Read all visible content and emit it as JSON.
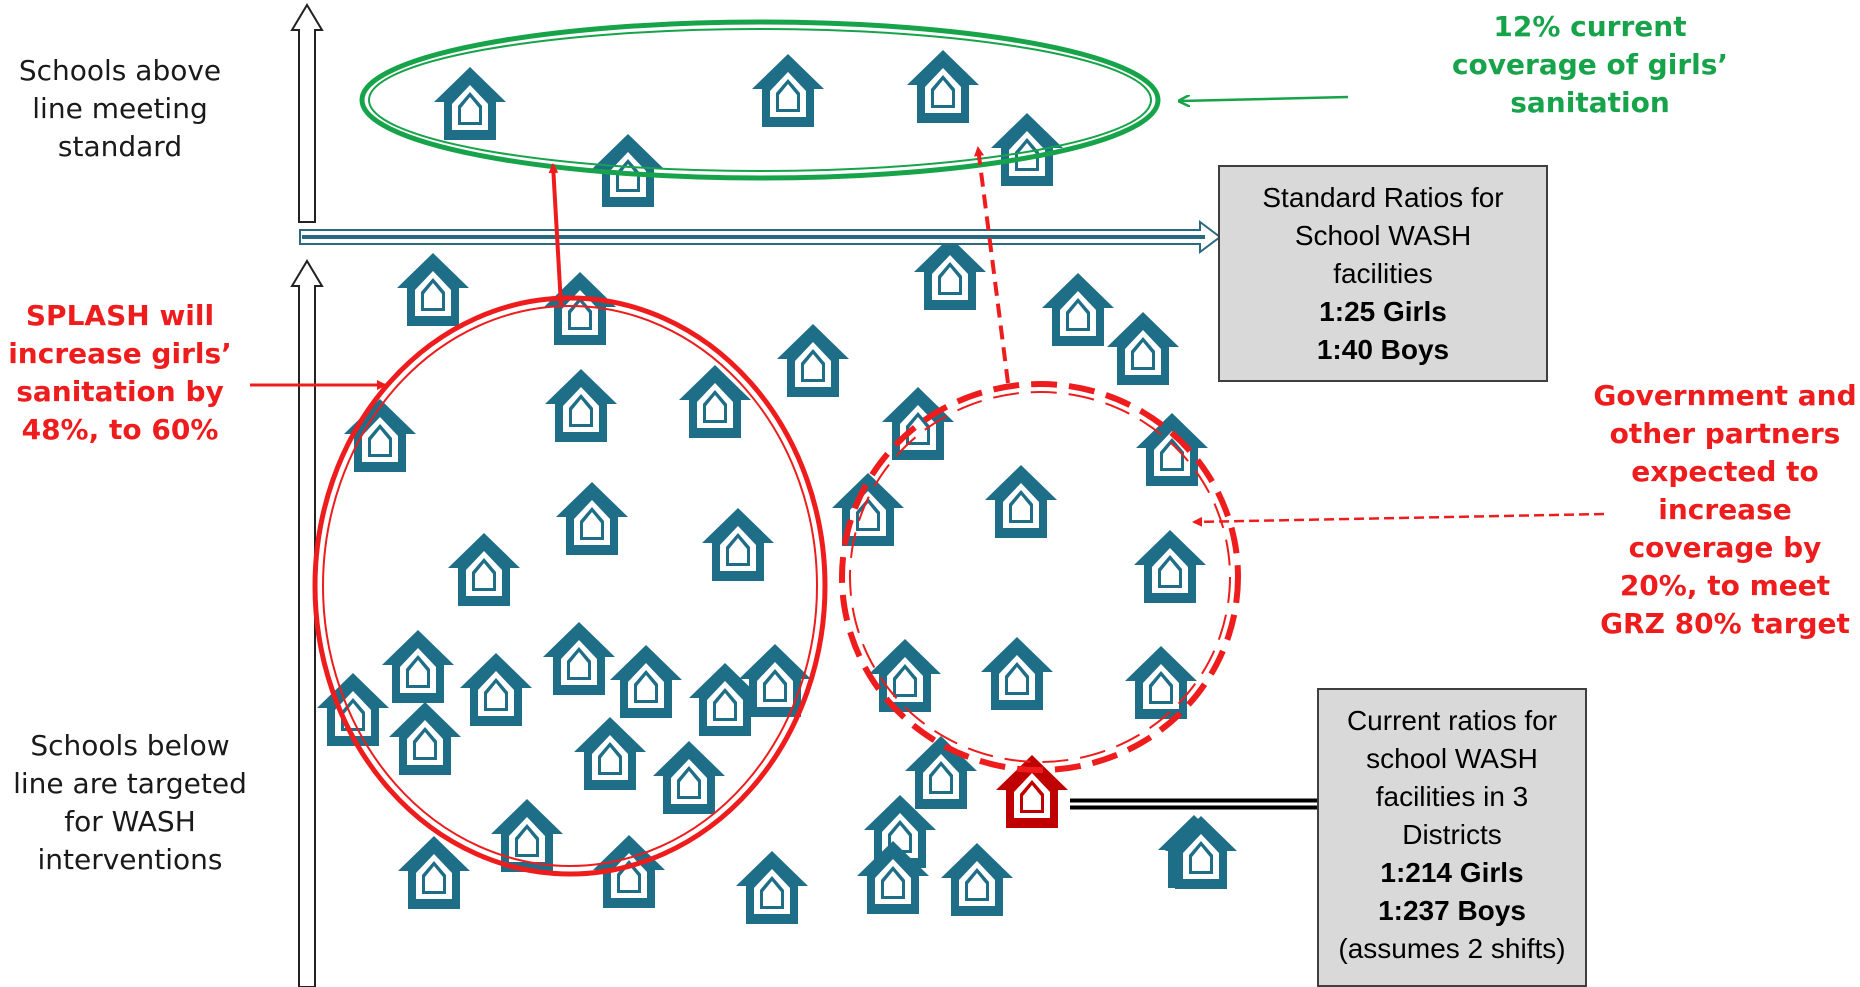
{
  "labels": {
    "above": [
      "Schools above",
      "line meeting",
      "standard"
    ],
    "below": [
      "Schools below",
      "line are targeted",
      "for WASH",
      "interventions"
    ],
    "splash": [
      "SPLASH will",
      "increase girls’",
      "sanitation by",
      "48%, to 60%"
    ],
    "coverage": [
      "12% current",
      "coverage of girls’",
      "sanitation"
    ],
    "government": [
      "Government and",
      "other partners",
      "expected to",
      "increase",
      "coverage by",
      "20%, to meet",
      "GRZ 80% target"
    ]
  },
  "standard_box": {
    "line1": "Standard Ratios for",
    "line2": "School WASH",
    "line3": "facilities",
    "girls": "1:25 Girls",
    "boys": "1:40 Boys"
  },
  "current_box": {
    "line1": "Current ratios for",
    "line2": "school WASH",
    "line3": "facilities in 3",
    "line4": "Districts",
    "girls": "1:214 Girls",
    "boys": "1:237 Boys",
    "note": "(assumes 2 shifts)"
  },
  "colors": {
    "house": "#1f6e88",
    "house_highlight": "#c00000",
    "green": "#16a34a",
    "red": "#ee1c1c",
    "arrow": "#2a6a80"
  }
}
